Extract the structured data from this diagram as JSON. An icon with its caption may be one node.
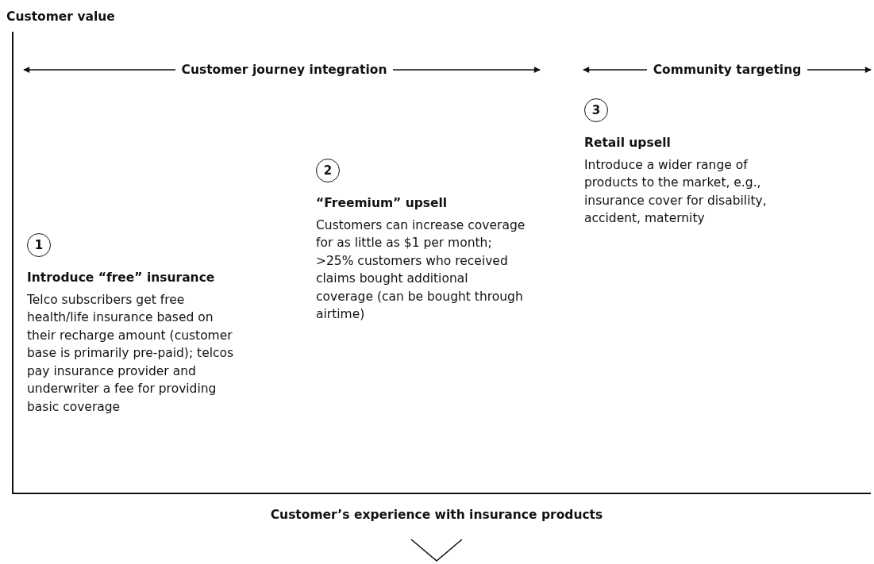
{
  "diagram": {
    "nodes": [
      {
        "text": [
          "1"
        ],
        "beside": [
          "Introduce “free” insurance",
          "Telco subscribers get free health/life insurance based on their recharge amount (customer base is primarily pre-paid); telcos pay insurance provider and underwriter a fee for providing basic coverage"
        ]
      },
      {
        "text": [
          "2"
        ],
        "beside": [
          "“Freemium” upsell",
          "Customers can increase coverage for as little as $1 per month; >25% customers who received claims bought additional coverage (can be bought through airtime)"
        ]
      },
      {
        "text": [
          "3"
        ],
        "beside": [
          "Retail upsell",
          "Introduce a wider range of products to the market, e.g., insurance cover for disability, accident, maternity"
        ]
      }
    ],
    "edges": [],
    "labels": [
      "Customer value",
      "Customer journey integration",
      "Community targeting",
      "Customer’s experience with insurance products"
    ]
  }
}
